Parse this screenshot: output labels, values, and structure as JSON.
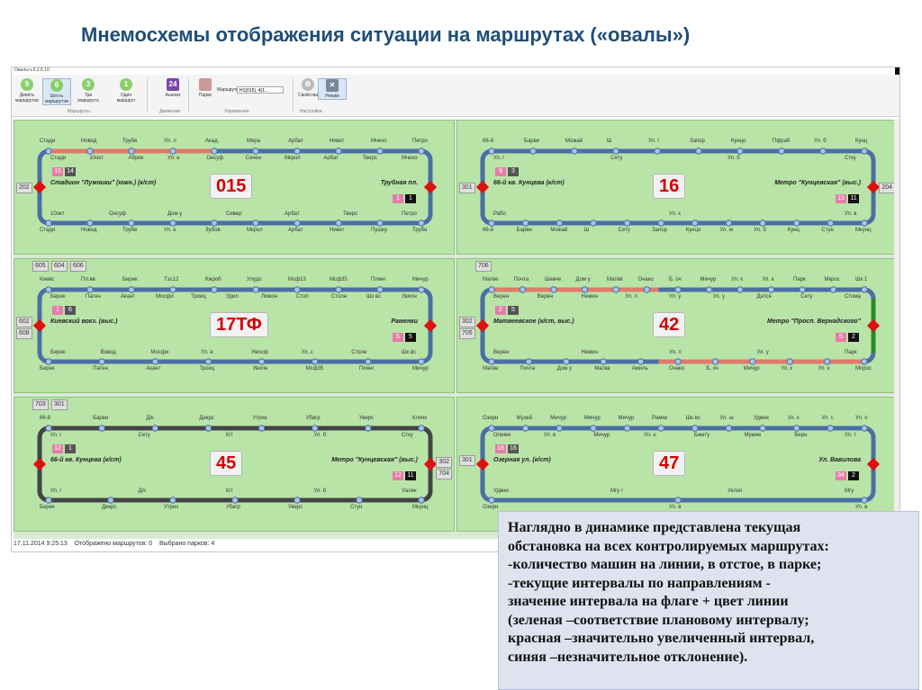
{
  "slide": {
    "title": "Мнемосхемы отображения ситуации на маршрутах («овалы»)"
  },
  "app": {
    "version": "Овалы v.6.2.5.10",
    "ribbon": {
      "buttons": [
        {
          "count": "9",
          "label": "Девять маршрутов"
        },
        {
          "count": "6",
          "label": "Шесть маршрутов"
        },
        {
          "count": "3",
          "label": "Три маршрута"
        },
        {
          "count": "1",
          "label": "Один маршрут"
        },
        {
          "count": "24",
          "label": "Анализ"
        },
        {
          "label": "Парки"
        },
        {
          "label": "Маршруты:"
        },
        {
          "label": "Свойства"
        },
        {
          "label": "Режим"
        }
      ],
      "select_value": "Н1(015), 4(1...",
      "groups": [
        "Маршруты",
        "Движение",
        "Управление",
        "Настройки"
      ]
    },
    "status_bar": {
      "datetime": "17.11.2014 9:25:13",
      "shown": "Отображено маршрутов: 0",
      "selected": "Выбрано парков: 4"
    },
    "panels": [
      {
        "route": "015",
        "terminal_left": "Стадион \"Лужники\" (южн.) (к/ст)",
        "terminal_right": "Трубная пл.",
        "park_left": "202",
        "tags_left": [
          "15",
          "14"
        ],
        "tags_right": [
          "1",
          "1"
        ],
        "stations_top": [
          "Стади",
          "Новод",
          "Трубе",
          "Ул. л",
          "Акад.",
          "Мера",
          "Арбат",
          "Никит",
          "Мчехо",
          "Петро"
        ],
        "stations_top_in": [
          "Стади",
          "10окт",
          "Абрик",
          "Ул. е",
          "Онсуф",
          "Сечен",
          "Мкрол",
          "Арбат",
          "Тверс",
          "Мчехо"
        ],
        "stations_bottom": [
          "Стади",
          "Новод",
          "Трубе",
          "Ул. е",
          "Зубов",
          "Мкрол",
          "Арбат",
          "Никит",
          "Пушку",
          "Трубн"
        ],
        "stations_bottom_in": [
          "10окт",
          "Онсуф",
          "Дом у",
          "Сивер",
          "Арбат",
          "Тверс",
          "Петро"
        ]
      },
      {
        "route": "16",
        "terminal_left": "66-й кв. Кунцева (к/ст)",
        "terminal_right": "Метро \"Кунцевская\" (выс.)",
        "park_left": "301",
        "park_right": "204",
        "tags_left": [
          "9",
          "3"
        ],
        "tags_right": [
          "15",
          "11"
        ],
        "stations_top": [
          "66-й",
          "Барви",
          "Можай",
          "Ш",
          "Ул. г",
          "Запор",
          "Кунцо",
          "Пфраб",
          "Ул. б",
          "Кунц"
        ],
        "stations_top_in": [
          "Ул. г",
          "Сету",
          "Ул. б",
          "Стку"
        ],
        "stations_bottom": [
          "66-й",
          "Барви",
          "Можай",
          "Ш",
          "Сету",
          "Запор",
          "Кунцо",
          "Ул. м",
          "Ул. б",
          "Кунц",
          "Стун",
          "Мкунц"
        ],
        "stations_bottom_in": [
          "Рабо",
          "Ул. к",
          "Ул. в"
        ]
      },
      {
        "route": "17ТФ",
        "terminal_left": "Киевский вокз. (выс.)",
        "terminal_right": "Раменки",
        "parks_top": [
          "605",
          "604",
          "606"
        ],
        "parks_left": [
          "602",
          "608"
        ],
        "tags_left": [
          "1",
          "6"
        ],
        "tags_right": [
          "5",
          "5"
        ],
        "stations_top": [
          "Киевс",
          "Пл.вв",
          "Берек",
          "Тэс12",
          "Кжроб",
          "Улудо",
          "Мсф13",
          "Мсф35",
          "Плинг",
          "Мичур"
        ],
        "stations_top_in": [
          "Берек",
          "Патен",
          "Акант",
          "Мосфи",
          "Троиц",
          "Удил",
          "Ломон",
          "Стоп",
          "Столе",
          "Шк вс",
          "Увилн"
        ],
        "stations_bottom": [
          "Берек",
          "Патен",
          "Акант",
          "Троиц",
          "Увилн",
          "Мсф35",
          "Плинг",
          "Мичур"
        ],
        "stations_bottom_in": [
          "Берек",
          "Вовод",
          "Мосфи",
          "Ул. е",
          "Умосф",
          "Ул. с",
          "Столе",
          "Шк вс"
        ]
      },
      {
        "route": "42",
        "terminal_left": "Матвеевское (к/ст, выс.)",
        "terminal_right": "Метро \"Просп. Вернадского\"",
        "parks_top": [
          "706"
        ],
        "parks_left": [
          "302",
          "705"
        ],
        "tags_left": [
          "2",
          "5"
        ],
        "tags_right": [
          "5",
          "2"
        ],
        "stations_top": [
          "Матве",
          "Почта",
          "Шевче",
          "Дом у",
          "Матвв",
          "Очако",
          "Б. оч",
          "Мичур",
          "Ул. к",
          "Ул. к",
          "Парк",
          "Мкрос",
          "Шк 1"
        ],
        "stations_top_in": [
          "Верен",
          "Вервн",
          "Нежин",
          "Ул. л",
          "Ул. у",
          "Ул. у",
          "Дется",
          "Сету",
          "Стома"
        ],
        "stations_bottom": [
          "Матве",
          "Почта",
          "Дом у",
          "Матвв",
          "Амиль",
          "Очако",
          "Б. оч",
          "Мичур",
          "Ул. к",
          "Ул. к",
          "Мпрос"
        ],
        "stations_bottom_in": [
          "Верен",
          "Нежин",
          "Ул. л",
          "Ул. у",
          "Парк"
        ]
      },
      {
        "route": "45",
        "terminal_left": "66-й кв. Кунцева (к/ст)",
        "terminal_right": "Метро \"Кунцевская\" (выс.)",
        "parks_top": [
          "703",
          "301"
        ],
        "parks_right": [
          "302",
          "704"
        ],
        "tags_left": [
          "12",
          "1"
        ],
        "tags_right": [
          "12",
          "11"
        ],
        "stations_top": [
          "66-й",
          "Барви",
          "Д/к",
          "Декрс",
          "Утриз",
          "Убагр",
          "Уверс",
          "Клочк"
        ],
        "stations_top_in": [
          "Ул. г",
          "Сету",
          "К/т",
          "Ул. б",
          "Стку"
        ],
        "stations_bottom": [
          "Берек",
          "Декрс",
          "Утриз",
          "Убагр",
          "Уверс",
          "Стун",
          "Мкунц"
        ],
        "stations_bottom_in": [
          "Ул. г",
          "Д/к",
          "К/т",
          "Ул. б",
          "Уалек"
        ]
      },
      {
        "route": "47",
        "terminal_left": "Озерная ул. (к/ст)",
        "terminal_right": "Ул. Вавилова",
        "parks_left": [
          "301"
        ],
        "tags_left": [
          "18",
          "16"
        ],
        "tags_right": [
          "34",
          "2"
        ],
        "stations_top": [
          "Озери",
          "Музей",
          "Мичур",
          "Мичур",
          "Мичур",
          "Рамки",
          "Шк вс",
          "Ул. ш",
          "Удвни",
          "Ул. к",
          "Ул. с",
          "Ул. п"
        ],
        "stations_top_in": [
          "Олими",
          "Ул. в",
          "Мичур",
          "Ул. н",
          "Бимту",
          "Мумие",
          "Верн",
          "Ул. т"
        ],
        "stations_bottom": [
          "Озери",
          "Ул. в",
          "Ул. в"
        ],
        "stations_bottom_in": [
          "Удвни",
          "Мгу /",
          "Уклоп",
          "Мгу"
        ]
      }
    ]
  },
  "explanation": {
    "lines": [
      "Наглядно в динамике представлена текущая",
      "обстановка на всех контролируемых маршрутах:",
      "-количество машин на линии, в отстое, в парке;",
      "-текущие интервалы по направлениям -",
      "значение интервала на флаге + цвет линии",
      "(зеленая –соответствие плановому интервалу;",
      "красная –значительно увеличенный интервал,",
      "синяя –незначительное отклонение)."
    ]
  },
  "colors": {
    "line_blue": "#4a6fa5",
    "line_red": "#e07a6a",
    "line_green": "#2a8a2a",
    "line_dark": "#444444",
    "terminal": "#dd1111",
    "panel": "#b9e4a8"
  }
}
